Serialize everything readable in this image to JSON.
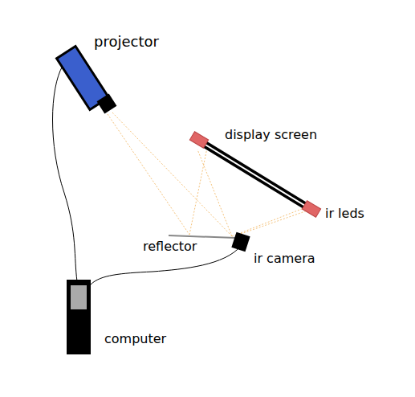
{
  "diagram": {
    "labels": [
      "projector",
      "display screen",
      "ir leds",
      "reflector",
      "ir camera",
      "computer"
    ]
  }
}
